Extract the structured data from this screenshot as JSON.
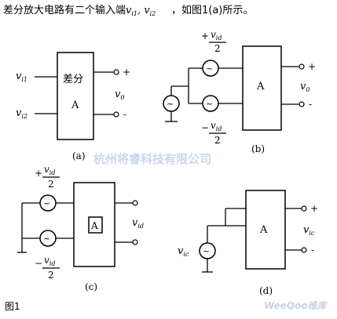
{
  "header": {
    "text": "差分放大电路有二个输入端",
    "vars": "v_i1 , v_i2",
    "tail": "，如图1(a)所示。"
  },
  "panel_a": {
    "input1_label": "v",
    "input1_sub": "i1",
    "input2_label": "v",
    "input2_sub": "i2",
    "box_text_top": "差分",
    "box_text_bottom": "A",
    "output_label": "v",
    "output_sub": "0",
    "plus": "+",
    "minus": "-",
    "caption": "(a)"
  },
  "panel_b": {
    "top_src_sign": "+",
    "top_src_num": "v",
    "top_src_num_sub": "id",
    "top_src_den": "2",
    "bot_src_sign": "−",
    "bot_src_num": "v",
    "bot_src_num_sub": "id",
    "bot_src_den": "2",
    "box_text": "A",
    "output_label": "v",
    "output_sub": "0",
    "plus": "+",
    "minus": "-",
    "caption": "(b)"
  },
  "panel_c": {
    "top_src_sign": "+",
    "top_src_num": "v",
    "top_src_num_sub": "id",
    "top_src_den": "2",
    "bot_src_sign": "−",
    "bot_src_num": "v",
    "bot_src_num_sub": "id",
    "bot_src_den": "2",
    "box_text": "A",
    "output_label": "v",
    "output_sub": "id",
    "caption": "(c)"
  },
  "panel_d": {
    "src_label": "v",
    "src_sub": "ic",
    "box_text": "A",
    "output_label": "v",
    "output_sub": "ic",
    "plus": "+",
    "minus": "-",
    "caption": "(d)"
  },
  "figure_label": "图1",
  "watermark": "杭州将睿科技有限公司",
  "logo_text": "WeeQoo维库"
}
